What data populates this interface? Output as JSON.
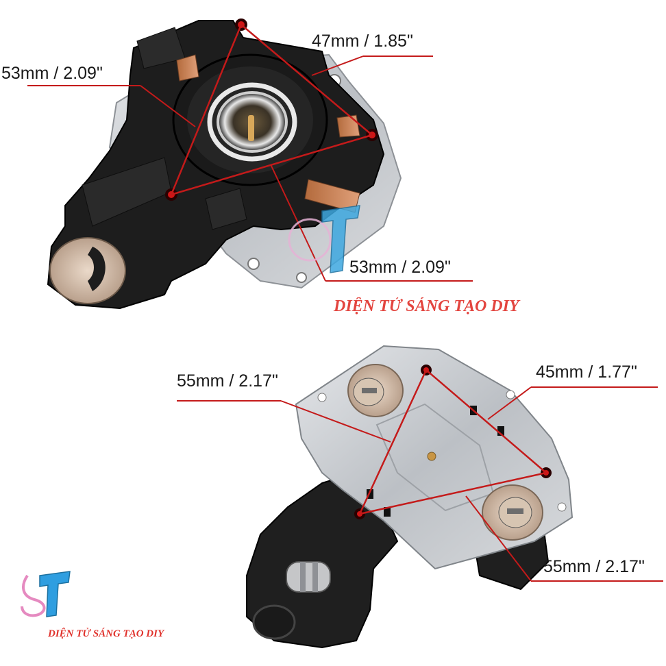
{
  "watermark": {
    "text": "DIỆN TỬ SÁNG TẠO DIY",
    "color": "#e0312b"
  },
  "logo": {
    "text": "ST"
  },
  "top_part": {
    "labels": {
      "top_right": "47mm / 1.85\"",
      "left": "53mm / 2.09\"",
      "bottom": "53mm / 2.09\""
    }
  },
  "bottom_part": {
    "labels": {
      "left": "55mm / 2.17\"",
      "right": "45mm / 1.77\"",
      "bottom_right": "55mm / 2.17\""
    }
  },
  "colors": {
    "measure_line": "#c41a1a",
    "plastic": "#1c1c1c",
    "metal": "#c9ccd0"
  }
}
